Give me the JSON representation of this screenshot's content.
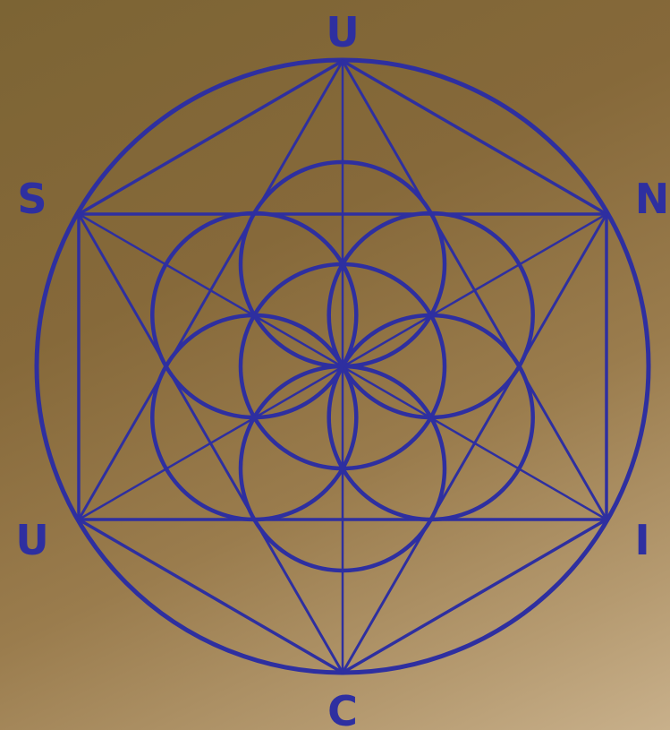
{
  "diagram": {
    "stroke_color": "#2e2fa0",
    "background_top": "#7c6434",
    "background_bottom": "#c8b08b",
    "vertex_letters": {
      "top": "U",
      "upper_left": "S",
      "upper_right": "N",
      "lower_left": "U",
      "lower_right": "I",
      "bottom": "C"
    }
  }
}
